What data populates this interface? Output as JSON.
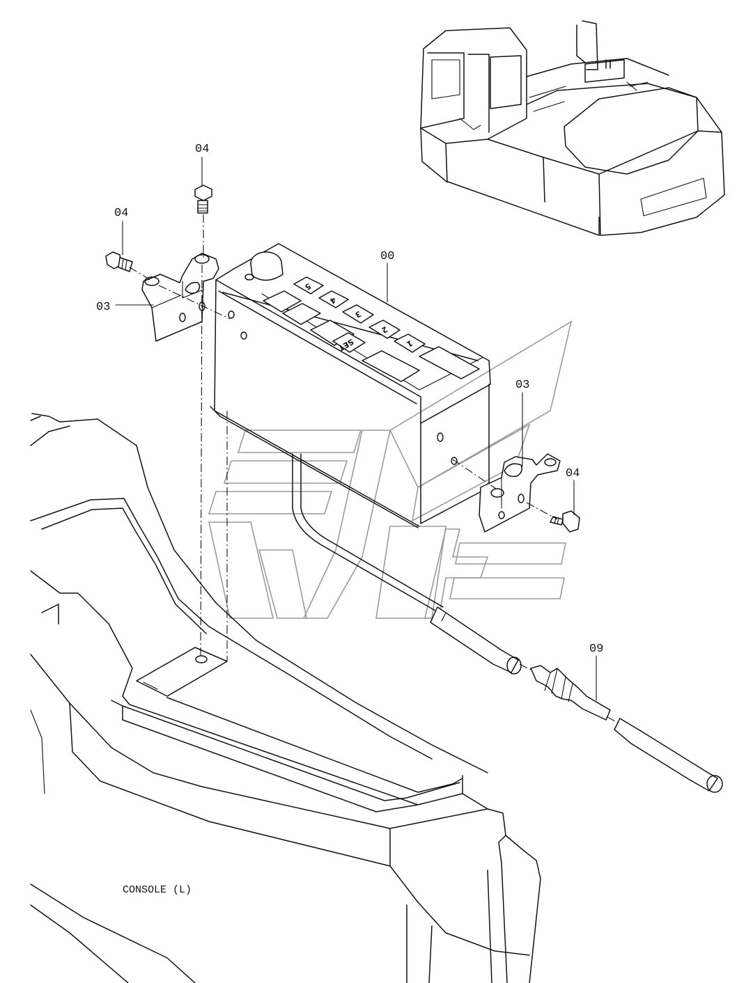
{
  "callouts": {
    "part_00": "00",
    "part_03_left": "03",
    "part_03_right": "03",
    "part_04_top": "04",
    "part_04_left": "04",
    "part_04_right": "04",
    "part_09": "09"
  },
  "monitor_keys": {
    "key_1": "1",
    "key_2": "2",
    "key_3": "3",
    "key_4": "4",
    "key_5": "5",
    "key_set": "SET"
  },
  "console_label": "CONSOLE (L)",
  "colors": {
    "line": "#111111",
    "watermark": "#9a9a9a",
    "background": "#ffffff"
  }
}
